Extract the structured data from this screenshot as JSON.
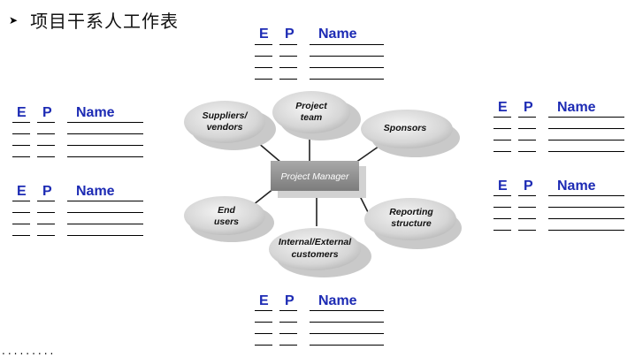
{
  "slide": {
    "bullet": "➤",
    "title": "项目干系人工作表",
    "footer_dots": "........."
  },
  "table_headers": {
    "e": "E",
    "p": "P",
    "name": "Name"
  },
  "diagram": {
    "center": "Project Manager",
    "nodes": [
      {
        "id": "suppliers",
        "lines": [
          "Suppliers/",
          "vendors"
        ]
      },
      {
        "id": "team",
        "lines": [
          "Project",
          "team"
        ]
      },
      {
        "id": "sponsors",
        "lines": [
          "Sponsors"
        ]
      },
      {
        "id": "end-users",
        "lines": [
          "End",
          "users"
        ]
      },
      {
        "id": "internal",
        "lines": [
          "Internal/External",
          "customers"
        ]
      },
      {
        "id": "reporting",
        "lines": [
          "Reporting",
          "structure"
        ]
      }
    ]
  }
}
